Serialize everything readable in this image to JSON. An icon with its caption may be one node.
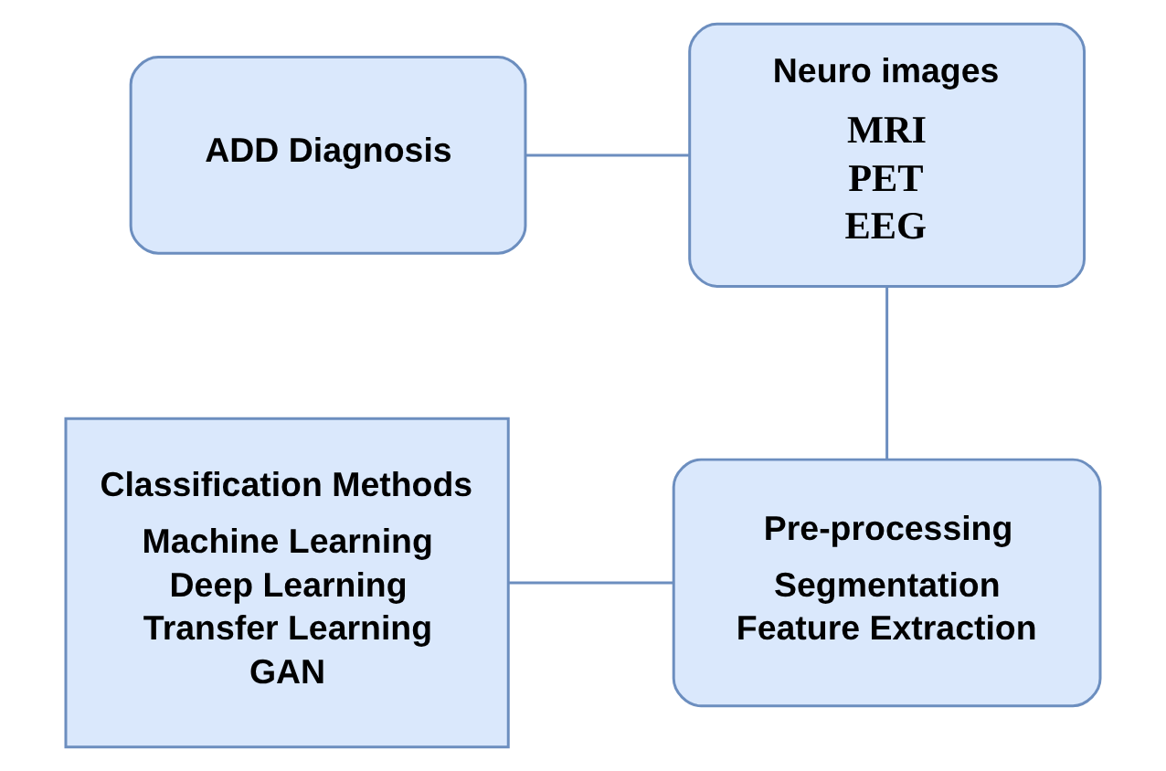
{
  "diagram": {
    "nodes": [
      {
        "text": [
          "ADD Diagnosis"
        ]
      },
      {
        "text": [
          "Neuro images",
          "MRI",
          "PET",
          "EEG"
        ]
      },
      {
        "text": [
          "Pre-processing",
          "Segmentation",
          "Feature Extraction"
        ]
      },
      {
        "text": [
          "Classification Methods",
          "Machine Learning",
          "Deep Learning",
          "Transfer Learning",
          "GAN"
        ]
      }
    ],
    "edges": [
      {
        "from": 0,
        "to": 1,
        "arrow": "none"
      },
      {
        "from": 1,
        "to": 2,
        "arrow": "none"
      },
      {
        "from": 2,
        "to": 3,
        "arrow": "none"
      }
    ]
  }
}
